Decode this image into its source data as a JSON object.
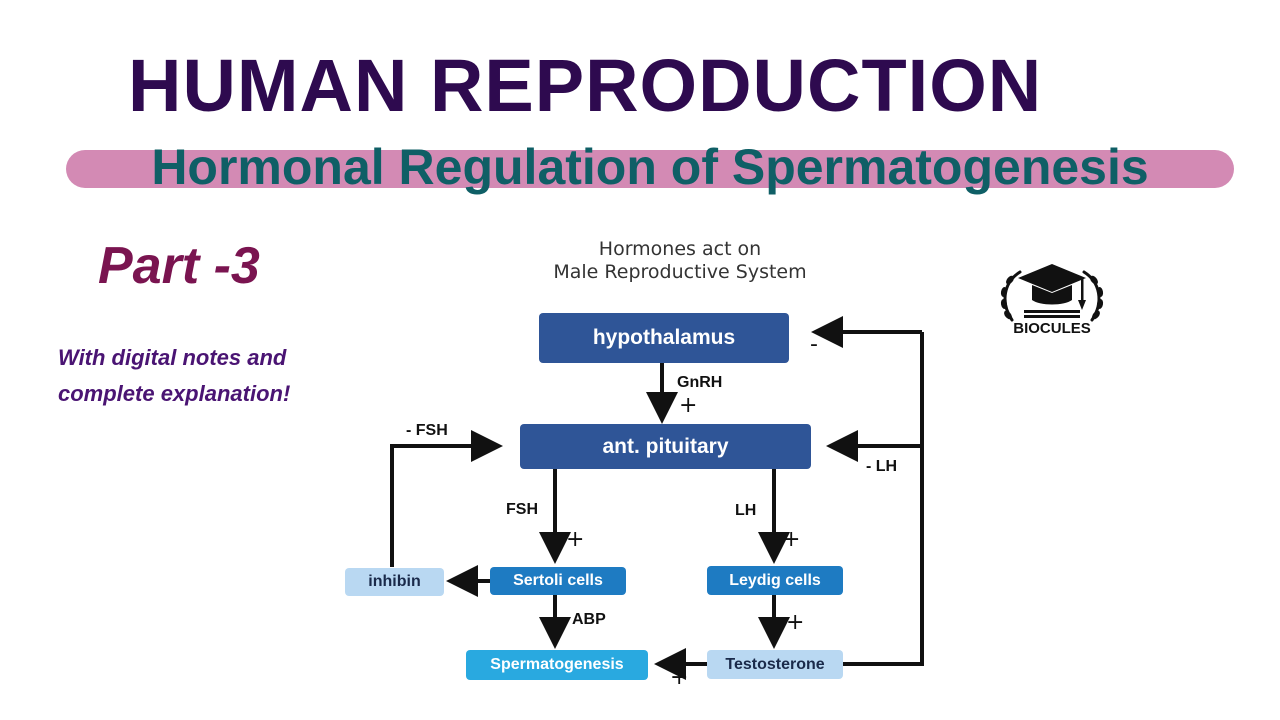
{
  "header": {
    "title": "HUMAN REPRODUCTION",
    "subtitle": "Hormonal Regulation of Spermatogenesis"
  },
  "left": {
    "part": "Part -3",
    "notes": "With digital notes and complete explanation!"
  },
  "diagram": {
    "title_line1": "Hormones act on",
    "title_line2": "Male Reproductive System",
    "nodes": {
      "hypothalamus": "hypothalamus",
      "pituitary": "ant. pituitary",
      "sertoli": "Sertoli cells",
      "leydig": "Leydig cells",
      "inhibin": "inhibin",
      "spermatogenesis": "Spermatogenesis",
      "testosterone": "Testosterone"
    },
    "labels": {
      "gnrh": "GnRH",
      "fsh": "FSH",
      "lh": "LH",
      "abp": "ABP",
      "neg_fsh": "- FSH",
      "neg_lh": "- LH"
    },
    "signs": {
      "plus": "+",
      "minus": "-"
    }
  },
  "logo": {
    "text": "BIOCULES",
    "icon": "graduation-cap-laurel-icon"
  },
  "colors": {
    "title": "#2e0a4f",
    "subtitle": "#0f5f66",
    "subtitle_band": "#d38ab4",
    "part": "#7a1450",
    "notes": "#4a1473",
    "box_dark": "#2f5597",
    "box_mid": "#1e7bc2",
    "box_cyan": "#29a9e0",
    "box_light": "#b9d8f2"
  }
}
